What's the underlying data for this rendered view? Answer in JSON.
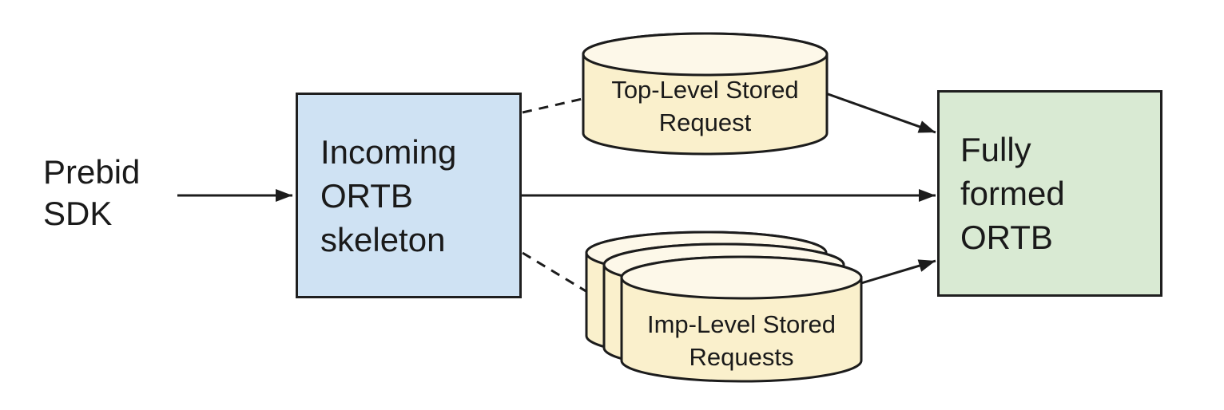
{
  "colors": {
    "background": "#ffffff",
    "stroke": "#1c1c1c",
    "text": "#1a1a1a",
    "incoming_box_fill": "#cfe2f3",
    "fully_formed_box_fill": "#d9ead3",
    "cylinder_body_fill": "#faf0cc",
    "cylinder_top_fill": "#fdf8e9"
  },
  "nodes": {
    "prebid_sdk": {
      "label": "Prebid\nSDK"
    },
    "incoming_ortb_skeleton": {
      "label": "Incoming\nORTB\nskeleton"
    },
    "fully_formed_ortb": {
      "label": "Fully\nformed\nORTB"
    },
    "top_level_stored_request": {
      "label": "Top-Level Stored\nRequest"
    },
    "imp_level_stored_requests": {
      "label": "Imp-Level Stored\nRequests"
    }
  },
  "edges": [
    {
      "from": "prebid_sdk",
      "to": "incoming_ortb_skeleton",
      "style": "solid",
      "arrowhead": true
    },
    {
      "from": "incoming_ortb_skeleton",
      "to": "top_level_stored_request",
      "style": "dashed",
      "arrowhead": false
    },
    {
      "from": "incoming_ortb_skeleton",
      "to": "fully_formed_ortb",
      "style": "solid",
      "arrowhead": true
    },
    {
      "from": "incoming_ortb_skeleton",
      "to": "imp_level_stored_requests",
      "style": "dashed",
      "arrowhead": false
    },
    {
      "from": "top_level_stored_request",
      "to": "fully_formed_ortb",
      "style": "solid",
      "arrowhead": true
    },
    {
      "from": "imp_level_stored_requests",
      "to": "fully_formed_ortb",
      "style": "solid",
      "arrowhead": true
    }
  ]
}
